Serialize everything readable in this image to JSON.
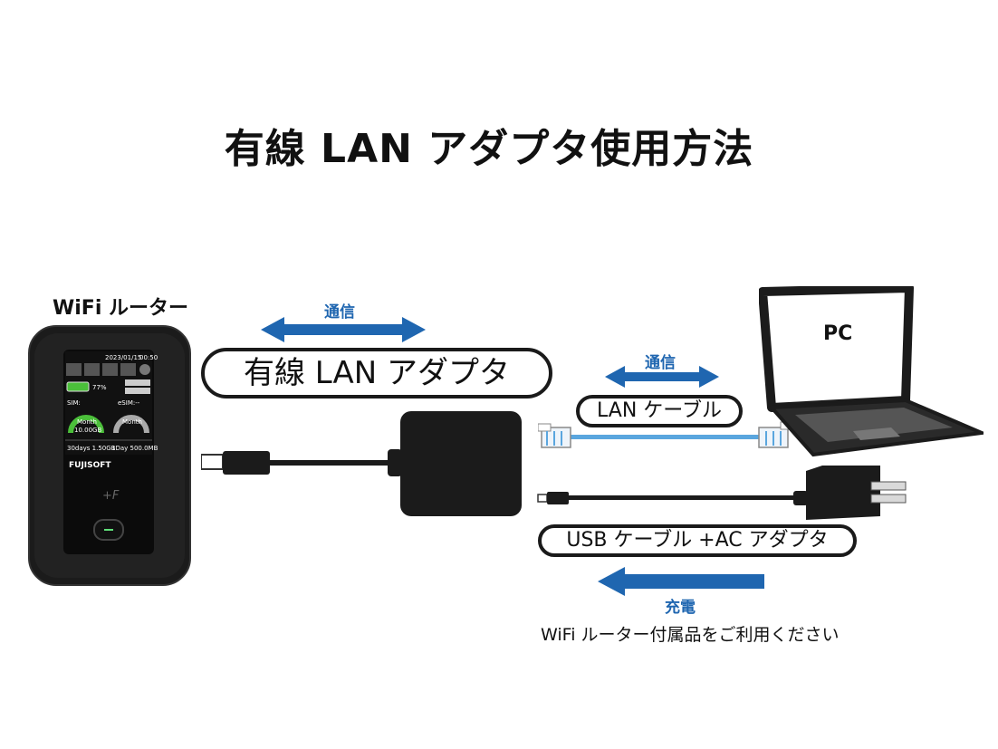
{
  "title": "有線 LAN アダプタ使用方法",
  "router": {
    "label": "WiFi ルーター",
    "brand": "FUJISOFT",
    "date": "2023/01/15",
    "time": "00:50",
    "battery": "77%",
    "sim_label": "SIM:",
    "esim_label": "eSIM:--",
    "gauge1": "Month",
    "gauge1_value": "10.00GB",
    "gauge2": "Month",
    "usage_left": "30days 1.50GB",
    "usage_right": "1Day 500.0MB"
  },
  "adapter_label": "有線 LAN アダプタ",
  "comm_label_1": "通信",
  "comm_label_2": "通信",
  "lan_cable_label": "LAN ケーブル",
  "pc_label": "PC",
  "usb_label": "USB ケーブル +AC アダプタ",
  "charge_label": "充電",
  "note": "WiFi ルーター付属品をご利用ください",
  "colors": {
    "arrow": "#1f66b0",
    "cable_blue": "#5aa6de",
    "device": "#1b1b1b"
  }
}
